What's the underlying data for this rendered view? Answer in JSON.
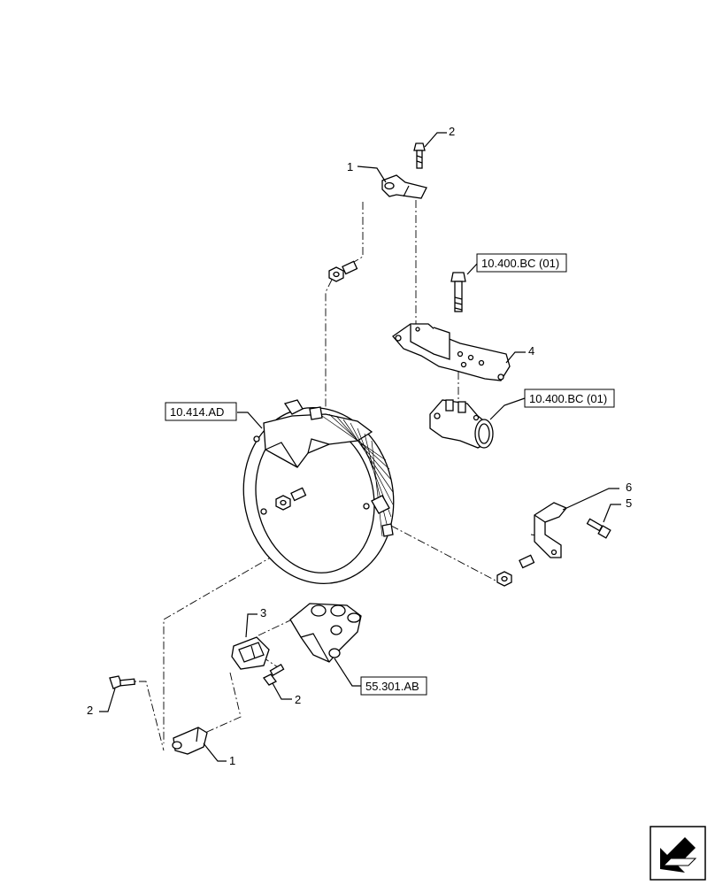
{
  "callouts": {
    "item_1_top": "1",
    "item_2_top": "2",
    "item_4": "4",
    "item_6": "6",
    "item_5": "5",
    "item_3": "3",
    "item_2_left": "2",
    "item_2_mid": "2",
    "item_1_bottom": "1"
  },
  "references": {
    "ref_top": "10.400.BC (01)",
    "ref_mid": "10.400.BC (01)",
    "ref_shroud": "10.414.AD",
    "ref_bottom": "55.301.AB"
  },
  "icons": {
    "nav_arrow": "next-page-arrow-icon"
  }
}
